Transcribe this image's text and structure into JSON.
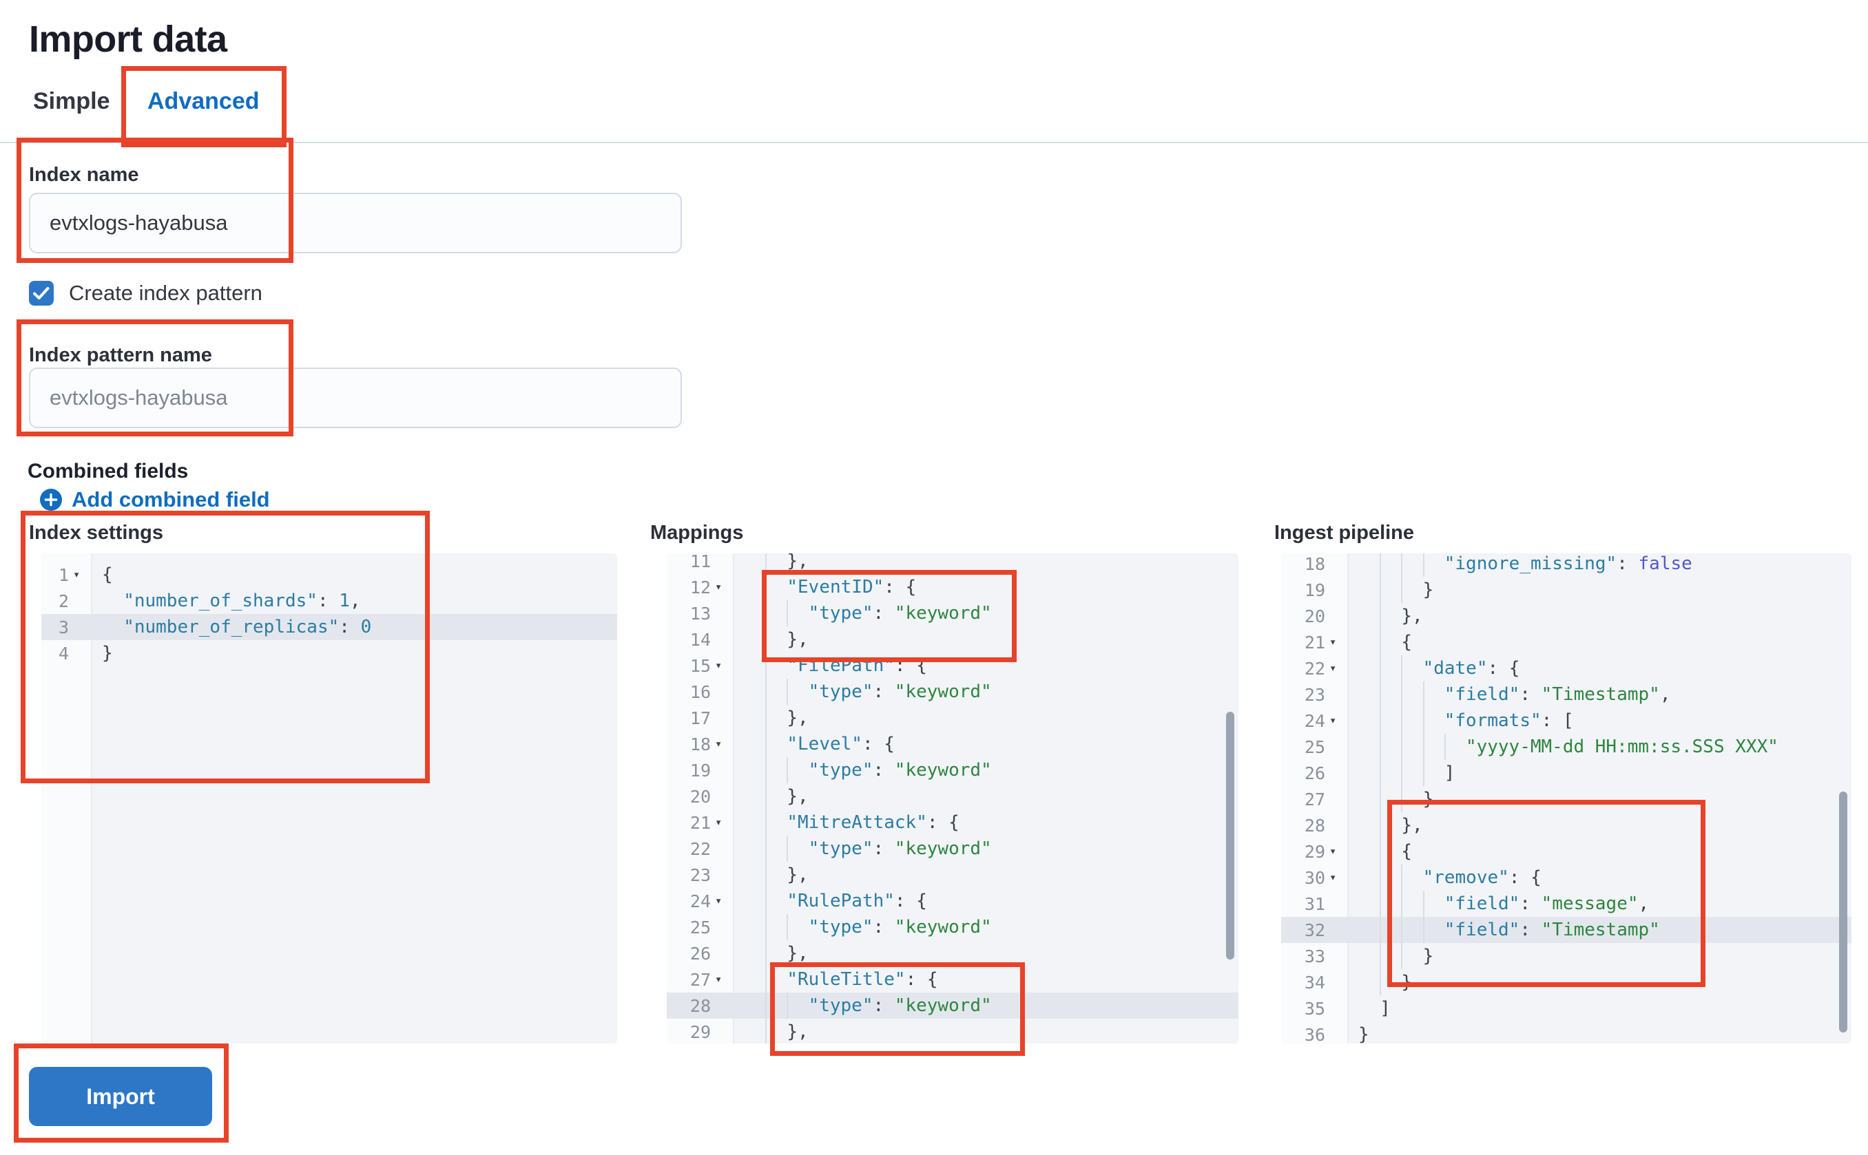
{
  "page": {
    "title": "Import data"
  },
  "tabs": [
    {
      "label": "Simple",
      "active": false
    },
    {
      "label": "Advanced",
      "active": true
    }
  ],
  "form": {
    "index_name_label": "Index name",
    "index_name_value": "evtxlogs-hayabusa",
    "create_index_pattern_label": "Create index pattern",
    "create_index_pattern_checked": true,
    "index_pattern_label": "Index pattern name",
    "index_pattern_placeholder": "evtxlogs-hayabusa",
    "combined_fields_label": "Combined fields",
    "add_combined_field_label": "Add combined field"
  },
  "actions": {
    "import_label": "Import"
  },
  "icons": [
    "checkmark-icon",
    "plus-in-circle-icon",
    "fold-arrow-icon"
  ],
  "colors": {
    "accent_blue": "#0f6cc0",
    "button_blue": "#2e77c7",
    "annotation_red": "#e7432a",
    "code_key": "#2c7ca3",
    "code_string": "#2e8540",
    "code_boolean": "#5157cf",
    "editor_background": "#f2f4f7",
    "highlight_line": "#e3e7ed"
  },
  "editors": [
    {
      "title": "Index settings",
      "lines": [
        {
          "n": 1,
          "f": 1,
          "i": 0,
          "t": [
            [
              "p",
              "{"
            ]
          ]
        },
        {
          "n": 2,
          "i": 1,
          "t": [
            [
              "key",
              "\"number_of_shards\""
            ],
            [
              "p",
              ": "
            ],
            [
              "num",
              "1"
            ],
            [
              "p",
              ","
            ]
          ]
        },
        {
          "n": 3,
          "i": 1,
          "h": 1,
          "t": [
            [
              "key",
              "\"number_of_replicas\""
            ],
            [
              "p",
              ": "
            ],
            [
              "num",
              "0"
            ]
          ]
        },
        {
          "n": 4,
          "i": 0,
          "t": [
            [
              "p",
              "}"
            ]
          ]
        }
      ]
    },
    {
      "title": "Mappings",
      "lines": [
        {
          "n": 11,
          "i": 2,
          "t": [
            [
              "p",
              "},"
            ]
          ]
        },
        {
          "n": 12,
          "f": 1,
          "i": 2,
          "t": [
            [
              "key",
              "\"EventID\""
            ],
            [
              "p",
              ": {"
            ]
          ]
        },
        {
          "n": 13,
          "i": 3,
          "t": [
            [
              "key",
              "\"type\""
            ],
            [
              "p",
              ": "
            ],
            [
              "str",
              "\"keyword\""
            ]
          ]
        },
        {
          "n": 14,
          "i": 2,
          "t": [
            [
              "p",
              "},"
            ]
          ]
        },
        {
          "n": 15,
          "f": 1,
          "i": 2,
          "t": [
            [
              "key",
              "\"FilePath\""
            ],
            [
              "p",
              ": {"
            ]
          ]
        },
        {
          "n": 16,
          "i": 3,
          "t": [
            [
              "key",
              "\"type\""
            ],
            [
              "p",
              ": "
            ],
            [
              "str",
              "\"keyword\""
            ]
          ]
        },
        {
          "n": 17,
          "i": 2,
          "t": [
            [
              "p",
              "},"
            ]
          ]
        },
        {
          "n": 18,
          "f": 1,
          "i": 2,
          "t": [
            [
              "key",
              "\"Level\""
            ],
            [
              "p",
              ": {"
            ]
          ]
        },
        {
          "n": 19,
          "i": 3,
          "t": [
            [
              "key",
              "\"type\""
            ],
            [
              "p",
              ": "
            ],
            [
              "str",
              "\"keyword\""
            ]
          ]
        },
        {
          "n": 20,
          "i": 2,
          "t": [
            [
              "p",
              "},"
            ]
          ]
        },
        {
          "n": 21,
          "f": 1,
          "i": 2,
          "t": [
            [
              "key",
              "\"MitreAttack\""
            ],
            [
              "p",
              ": {"
            ]
          ]
        },
        {
          "n": 22,
          "i": 3,
          "t": [
            [
              "key",
              "\"type\""
            ],
            [
              "p",
              ": "
            ],
            [
              "str",
              "\"keyword\""
            ]
          ]
        },
        {
          "n": 23,
          "i": 2,
          "t": [
            [
              "p",
              "},"
            ]
          ]
        },
        {
          "n": 24,
          "f": 1,
          "i": 2,
          "t": [
            [
              "key",
              "\"RulePath\""
            ],
            [
              "p",
              ": {"
            ]
          ]
        },
        {
          "n": 25,
          "i": 3,
          "t": [
            [
              "key",
              "\"type\""
            ],
            [
              "p",
              ": "
            ],
            [
              "str",
              "\"keyword\""
            ]
          ]
        },
        {
          "n": 26,
          "i": 2,
          "t": [
            [
              "p",
              "},"
            ]
          ]
        },
        {
          "n": 27,
          "f": 1,
          "i": 2,
          "t": [
            [
              "key",
              "\"RuleTitle\""
            ],
            [
              "p",
              ": {"
            ]
          ]
        },
        {
          "n": 28,
          "i": 3,
          "h": 1,
          "t": [
            [
              "key",
              "\"type\""
            ],
            [
              "p",
              ": "
            ],
            [
              "str",
              "\"keyword\""
            ]
          ]
        },
        {
          "n": 29,
          "i": 2,
          "t": [
            [
              "p",
              "},"
            ]
          ]
        }
      ]
    },
    {
      "title": "Ingest pipeline",
      "lines": [
        {
          "n": 18,
          "i": 4,
          "t": [
            [
              "key",
              "\"ignore_missing\""
            ],
            [
              "p",
              ": "
            ],
            [
              "bool",
              "false"
            ]
          ]
        },
        {
          "n": 19,
          "i": 3,
          "t": [
            [
              "p",
              "}"
            ]
          ]
        },
        {
          "n": 20,
          "i": 2,
          "t": [
            [
              "p",
              "},"
            ]
          ]
        },
        {
          "n": 21,
          "f": 1,
          "i": 2,
          "t": [
            [
              "p",
              "{"
            ]
          ]
        },
        {
          "n": 22,
          "f": 1,
          "i": 3,
          "t": [
            [
              "key",
              "\"date\""
            ],
            [
              "p",
              ": {"
            ]
          ]
        },
        {
          "n": 23,
          "i": 4,
          "t": [
            [
              "key",
              "\"field\""
            ],
            [
              "p",
              ": "
            ],
            [
              "str",
              "\"Timestamp\""
            ],
            [
              "p",
              ","
            ]
          ]
        },
        {
          "n": 24,
          "f": 1,
          "i": 4,
          "t": [
            [
              "key",
              "\"formats\""
            ],
            [
              "p",
              ": ["
            ]
          ]
        },
        {
          "n": 25,
          "i": 5,
          "t": [
            [
              "str",
              "\"yyyy-MM-dd HH:mm:ss.SSS XXX\""
            ]
          ]
        },
        {
          "n": 26,
          "i": 4,
          "t": [
            [
              "p",
              "]"
            ]
          ]
        },
        {
          "n": 27,
          "i": 3,
          "t": [
            [
              "p",
              "}"
            ]
          ]
        },
        {
          "n": 28,
          "i": 2,
          "t": [
            [
              "p",
              "},"
            ]
          ]
        },
        {
          "n": 29,
          "f": 1,
          "i": 2,
          "t": [
            [
              "p",
              "{"
            ]
          ]
        },
        {
          "n": 30,
          "f": 1,
          "i": 3,
          "t": [
            [
              "key",
              "\"remove\""
            ],
            [
              "p",
              ": {"
            ]
          ]
        },
        {
          "n": 31,
          "i": 4,
          "t": [
            [
              "key",
              "\"field\""
            ],
            [
              "p",
              ": "
            ],
            [
              "str",
              "\"message\""
            ],
            [
              "p",
              ","
            ]
          ]
        },
        {
          "n": 32,
          "i": 4,
          "h": 1,
          "t": [
            [
              "key",
              "\"field\""
            ],
            [
              "p",
              ": "
            ],
            [
              "str",
              "\"Timestamp\""
            ]
          ]
        },
        {
          "n": 33,
          "i": 3,
          "t": [
            [
              "p",
              "}"
            ]
          ]
        },
        {
          "n": 34,
          "i": 2,
          "t": [
            [
              "p",
              "}"
            ]
          ]
        },
        {
          "n": 35,
          "i": 1,
          "t": [
            [
              "p",
              "]"
            ]
          ]
        },
        {
          "n": 36,
          "i": 0,
          "t": [
            [
              "p",
              "}"
            ]
          ]
        }
      ]
    }
  ]
}
